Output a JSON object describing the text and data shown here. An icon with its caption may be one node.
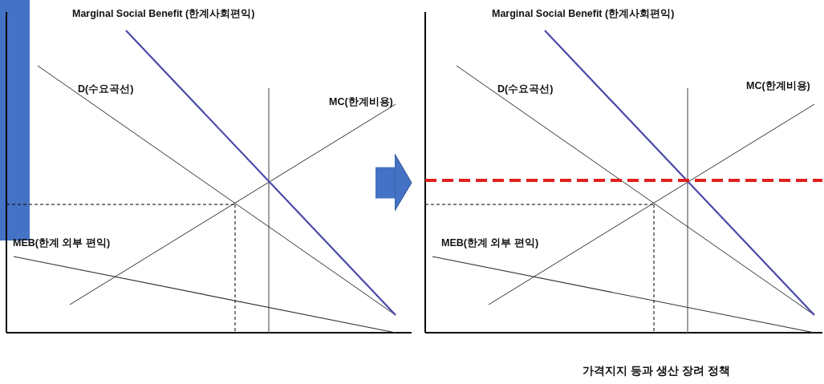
{
  "diagram": {
    "caption": "가격지지 등과 생산 장려 정책",
    "nodes": [
      {
        "text": [],
        "shape": "picture"
      },
      {
        "text": [],
        "shape": "picture"
      }
    ],
    "edges": [
      {
        "from": 0,
        "to": 1,
        "arrow": "to"
      }
    ],
    "labels": [
      "Marginal Social Benefit (한계사회편익)",
      "D(수요곡선)",
      "MC(한계비용)",
      "MEB(한계 외부 편익)",
      "Marginal Social Benefit (한계사회편익)",
      "D(수요곡선)",
      "MC(한계비용)",
      "MEB(한계 외부 편익)"
    ]
  }
}
